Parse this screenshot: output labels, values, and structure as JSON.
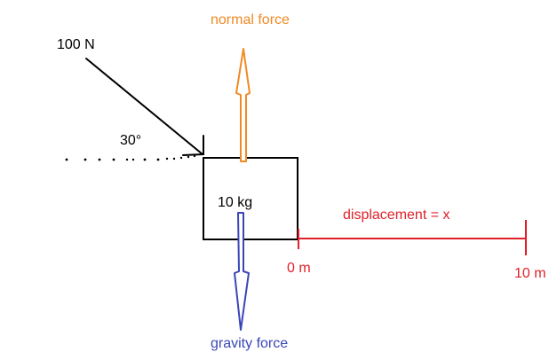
{
  "labels": {
    "applied_force": "100 N",
    "angle": "30°",
    "mass": "10 kg",
    "normal_force": "normal force",
    "gravity_force": "gravity force",
    "displacement": "displacement = x",
    "start_mark": "0 m",
    "end_mark": "10 m"
  },
  "colors": {
    "applied_force": "#000000",
    "box": "#000000",
    "normal_force": "#f08a24",
    "gravity_force": "#3a45b8",
    "displacement": "#e0202a"
  }
}
